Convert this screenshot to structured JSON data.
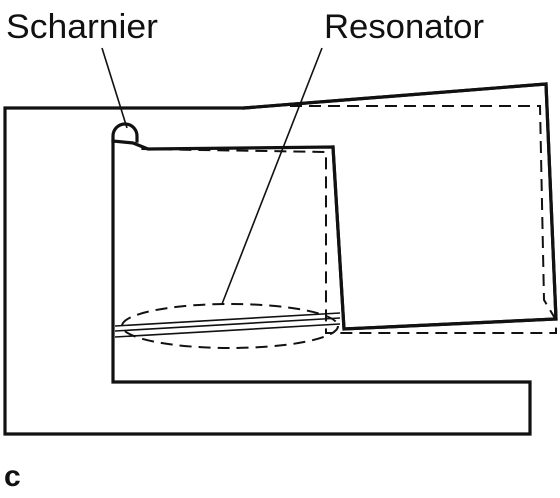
{
  "labels": {
    "hinge": "Scharnier",
    "resonator": "Resonator",
    "panel": "c"
  }
}
